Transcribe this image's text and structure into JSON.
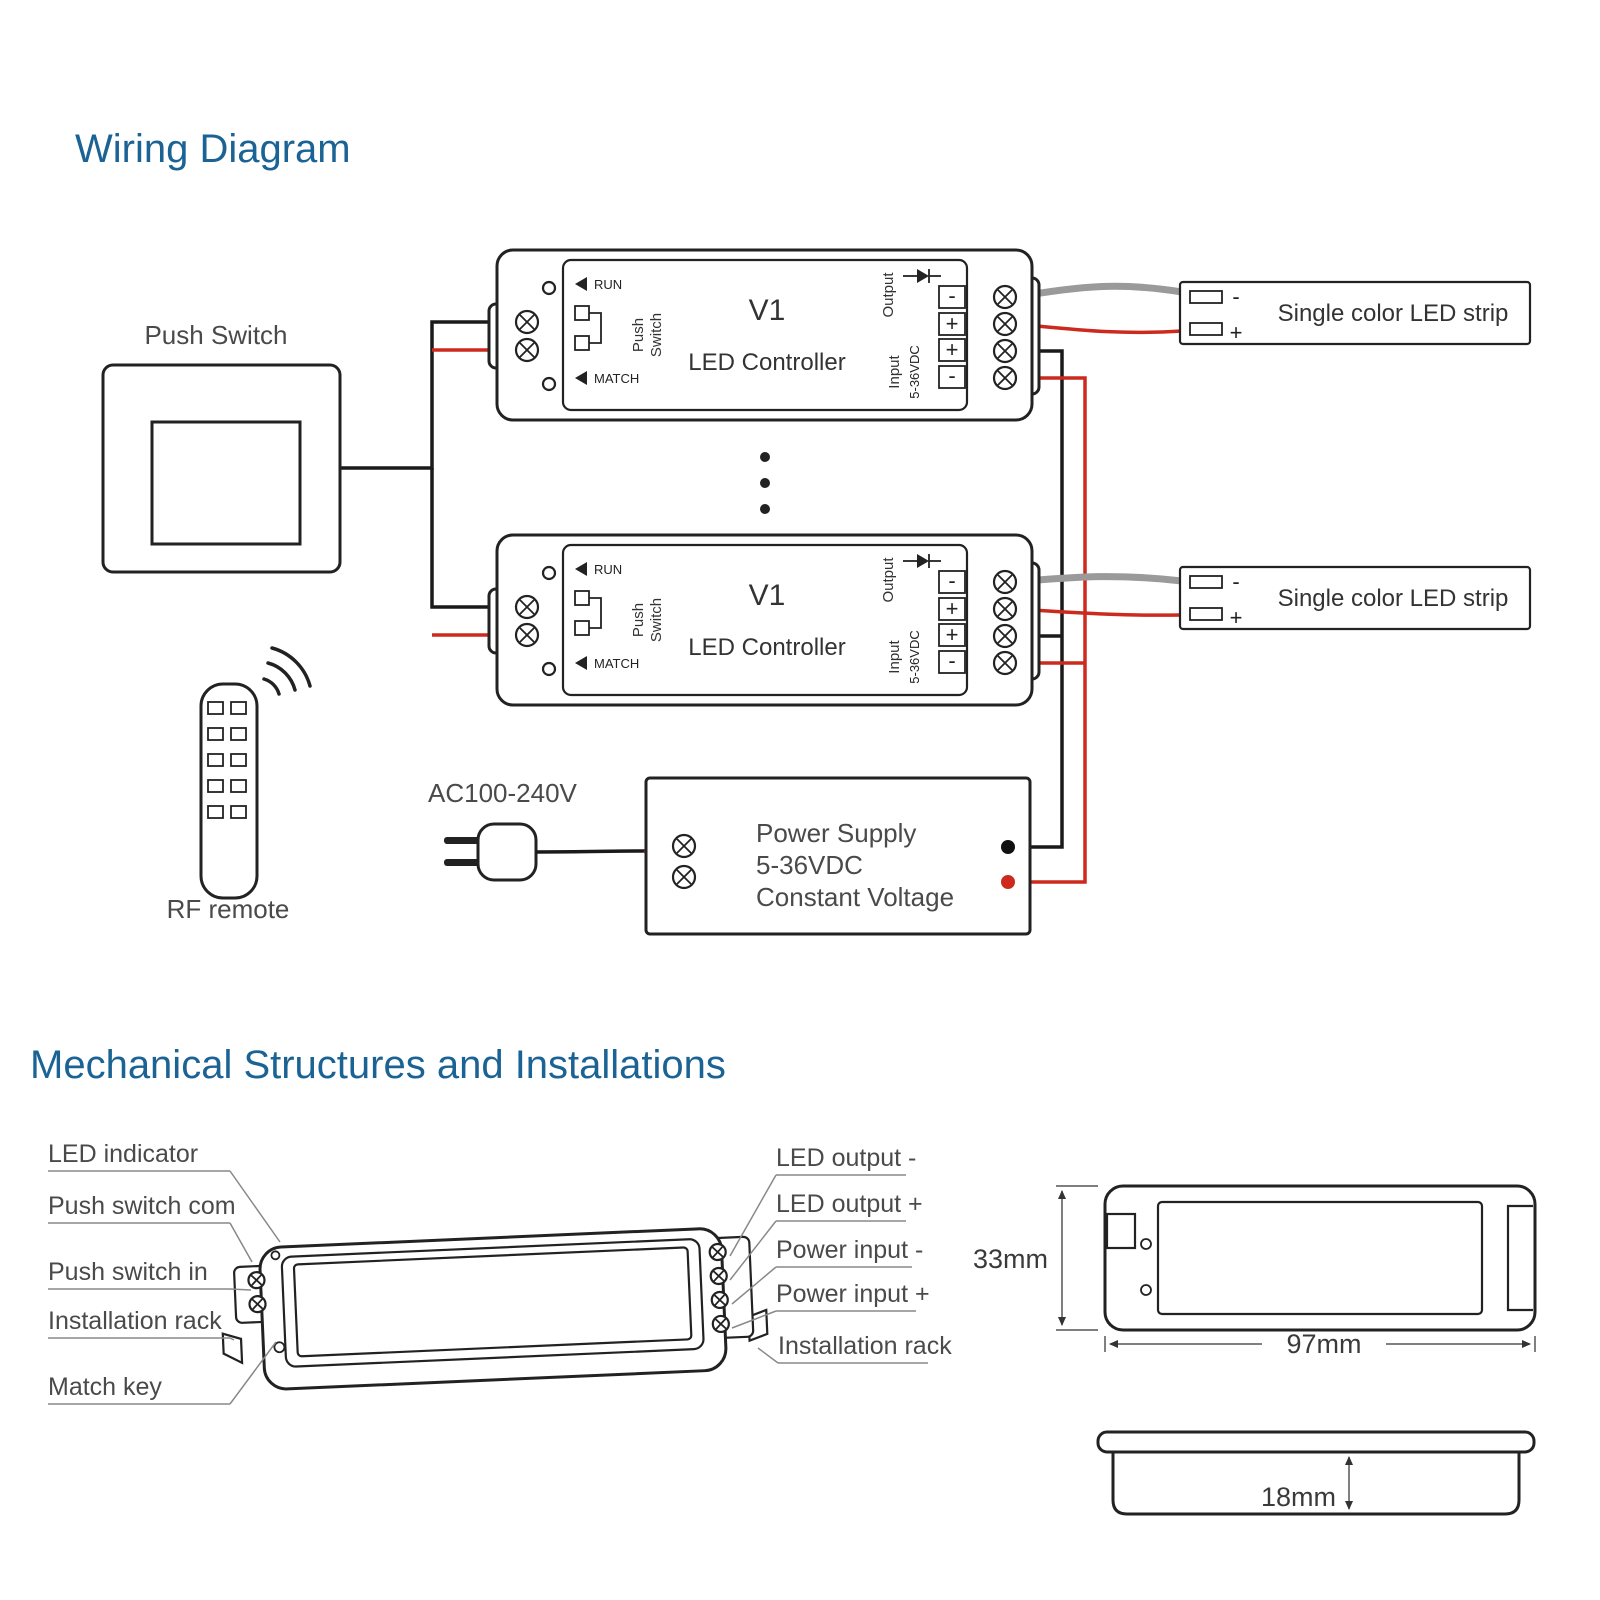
{
  "sections": {
    "wiring_title": "Wiring Diagram",
    "mechanical_title": "Mechanical Structures and Installations"
  },
  "wiring": {
    "push_switch": "Push Switch",
    "rf_remote": "RF remote",
    "ac_input": "AC100-240V",
    "power_supply_line1": "Power Supply",
    "power_supply_line2": "5-36VDC",
    "power_supply_line3": "Constant Voltage",
    "led_strip": "Single color LED strip",
    "strip_minus": "-",
    "strip_plus": "+",
    "controller": {
      "run": "RUN",
      "match": "MATCH",
      "push": "Push",
      "switch": "Switch",
      "model": "V1",
      "name": "LED Controller",
      "output": "Output",
      "input": "Input",
      "voltage": "5-36VDC",
      "plus": "+",
      "minus": "-"
    }
  },
  "mechanical": {
    "left_labels": [
      "LED indicator",
      "Push switch com",
      "Push switch in",
      "Installation rack",
      "Match key"
    ],
    "right_labels": [
      "LED output -",
      "LED output +",
      "Power input -",
      "Power input +",
      "Installation rack"
    ],
    "dim_height": "33mm",
    "dim_width": "97mm",
    "dim_depth": "18mm"
  },
  "colors": {
    "heading": "#1b6394",
    "line": "#222222",
    "text": "#4a4a4a",
    "wire_red": "#cc2a1e",
    "wire_gray": "#9a9a9a"
  }
}
